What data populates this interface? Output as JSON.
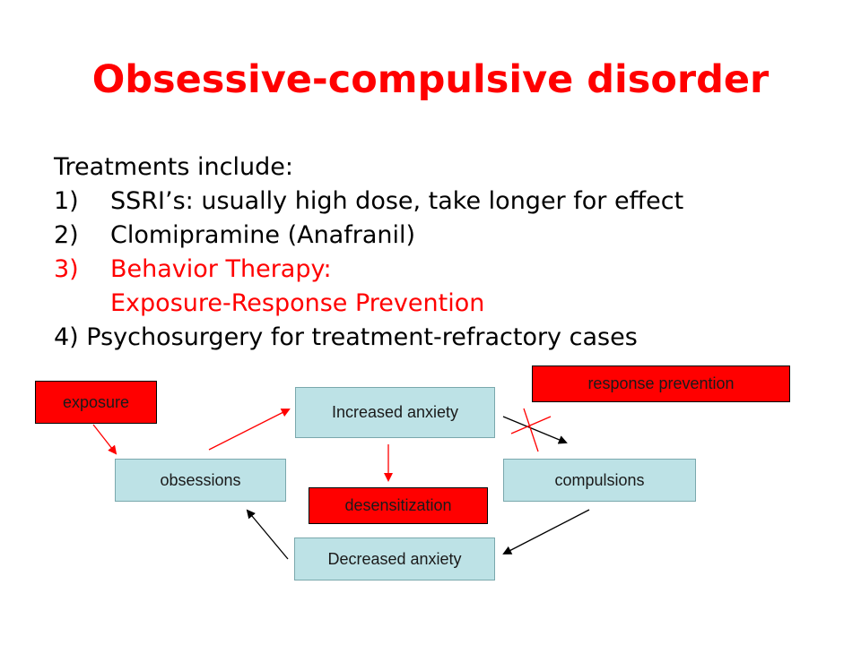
{
  "slide": {
    "title": "Obsessive-compulsive disorder",
    "intro": "Treatments include:",
    "items": [
      {
        "num": "1)",
        "text": "SSRI’s: usually high dose, take longer for effect"
      },
      {
        "num": "2)",
        "text": "Clomipramine (Anafranil)"
      },
      {
        "num": "3)",
        "text": "Behavior Therapy:"
      },
      {
        "num": "",
        "text": "Exposure-Response Prevention"
      }
    ],
    "item4": "4) Psychosurgery for treatment-refractory cases"
  },
  "diagram": {
    "exposure": "exposure",
    "obsessions": "obsessions",
    "increased_anxiety": "Increased anxiety",
    "response_prevention": "response prevention",
    "compulsions": "compulsions",
    "desensitization": "desensitization",
    "decreased_anxiety": "Decreased anxiety"
  },
  "colors": {
    "accent_red": "#ff0000",
    "node_blue": "#bde2e6"
  }
}
